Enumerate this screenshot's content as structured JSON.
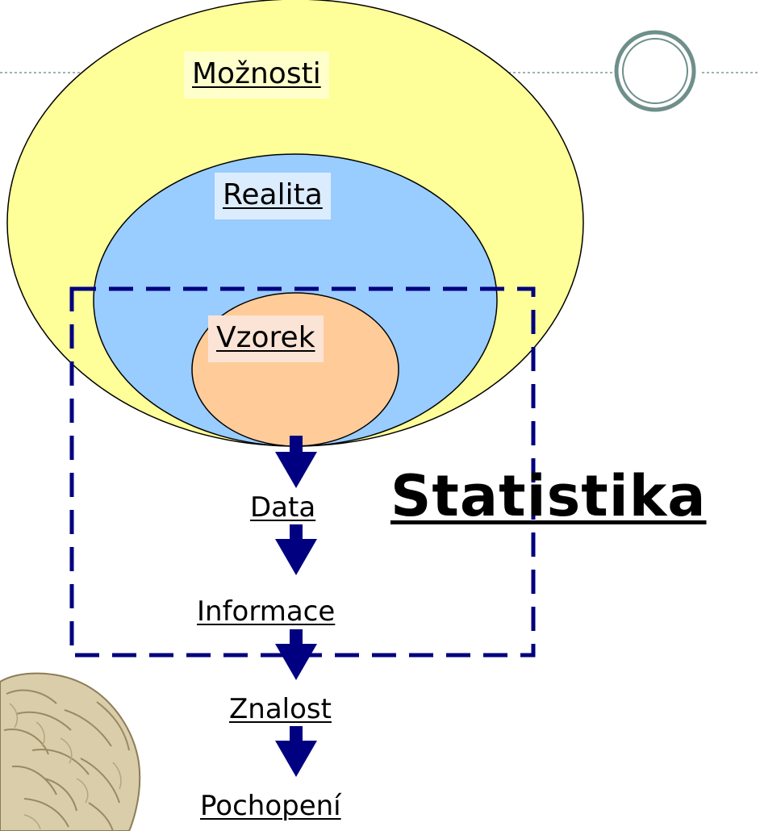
{
  "diagram": {
    "outer_label": "Možnosti",
    "middle_label": "Realita",
    "inner_label": "Vzorek",
    "title": "Statistika",
    "flow": [
      "Data",
      "Informace",
      "Znalost",
      "Pochopení"
    ]
  },
  "colors": {
    "outer_fill": "#ffff99",
    "middle_fill": "#99ccff",
    "inner_fill": "#ffcc99",
    "arrow": "#000080",
    "dashed_frame": "#000080",
    "rule_ring": "#6e8f8a"
  },
  "icons": {
    "brain": "brain-illustration",
    "ring": "decorative-ring"
  }
}
